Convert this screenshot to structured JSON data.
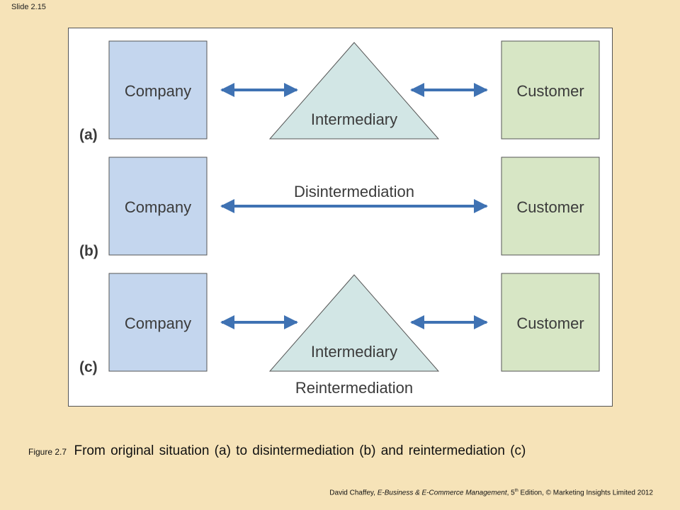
{
  "slide": {
    "label": "Slide 2.15"
  },
  "colors": {
    "company": "#c4d6ee",
    "customer": "#d7e6c5",
    "intermediary": "#d2e6e5",
    "arrow": "#3f72b3",
    "background": "#f6e3b8"
  },
  "diagram": {
    "rows": [
      {
        "label": "(a)",
        "company": "Company",
        "customer": "Customer",
        "intermediary": "Intermediary",
        "note": ""
      },
      {
        "label": "(b)",
        "company": "Company",
        "customer": "Customer",
        "intermediary": "",
        "note": "Disintermediation"
      },
      {
        "label": "(c)",
        "company": "Company",
        "customer": "Customer",
        "intermediary": "Intermediary",
        "note": "Reintermediation"
      }
    ]
  },
  "caption": {
    "figure_number": "Figure 2.7",
    "text": "From original situation (a) to disintermediation (b) and reintermediation (c)"
  },
  "footer": {
    "author": "David Chaffey,",
    "book_title": "E-Business & E-Commerce Management",
    "edition_num": "5",
    "edition_sup": "th",
    "rest": "Edition, © Marketing Insights Limited 2012"
  }
}
